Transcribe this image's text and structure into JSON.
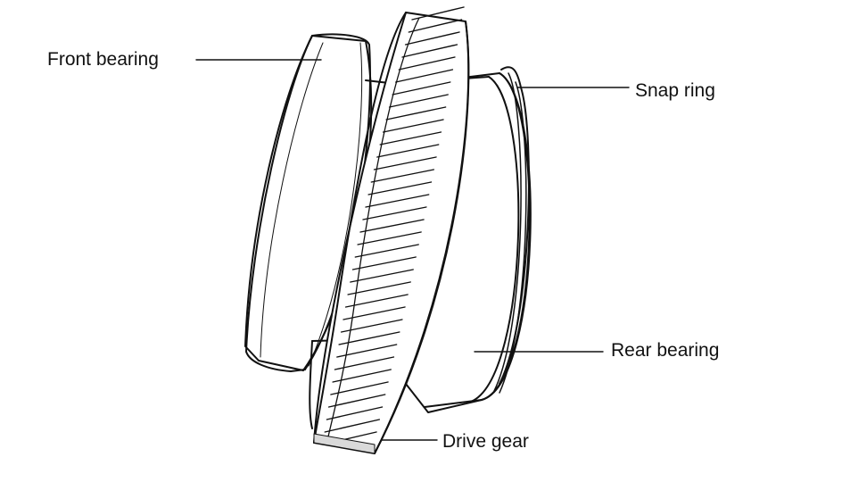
{
  "labels": {
    "front_bearing": "Front bearing",
    "snap_ring": "Snap ring",
    "rear_bearing": "Rear bearing",
    "drive_gear": "Drive gear"
  },
  "colors": {
    "ink": "#111111",
    "background": "#ffffff",
    "shade": "#d9d9d9"
  }
}
